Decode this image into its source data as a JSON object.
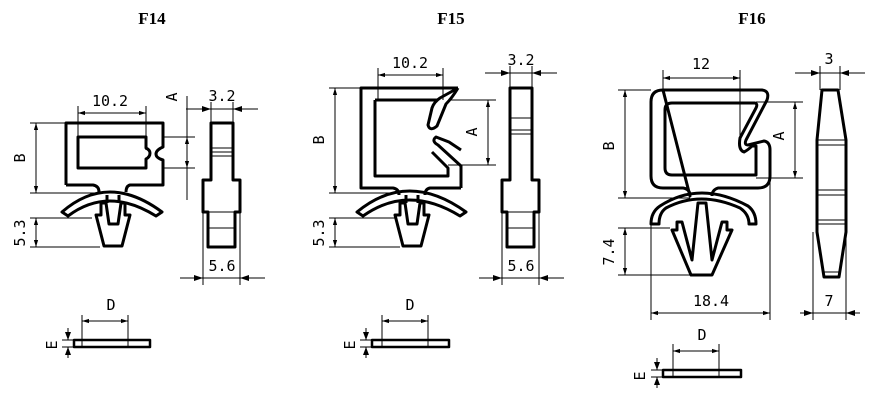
{
  "clips": [
    {
      "title": "F14",
      "width": "10.2",
      "height_label": "B",
      "gap_label": "A",
      "thickness": "3.2",
      "leg": "5.3",
      "base": "5.6",
      "d_label": "D",
      "e_label": "E"
    },
    {
      "title": "F15",
      "width": "10.2",
      "height_label": "B",
      "gap_label": "A",
      "thickness": "3.2",
      "leg": "5.3",
      "base": "5.6",
      "d_label": "D",
      "e_label": "E"
    },
    {
      "title": "F16",
      "width": "12",
      "height_label": "B",
      "gap_label": "A",
      "thickness": "3",
      "leg": "7.4",
      "total_width": "18.4",
      "base": "7",
      "d_label": "D",
      "e_label": "E"
    }
  ]
}
